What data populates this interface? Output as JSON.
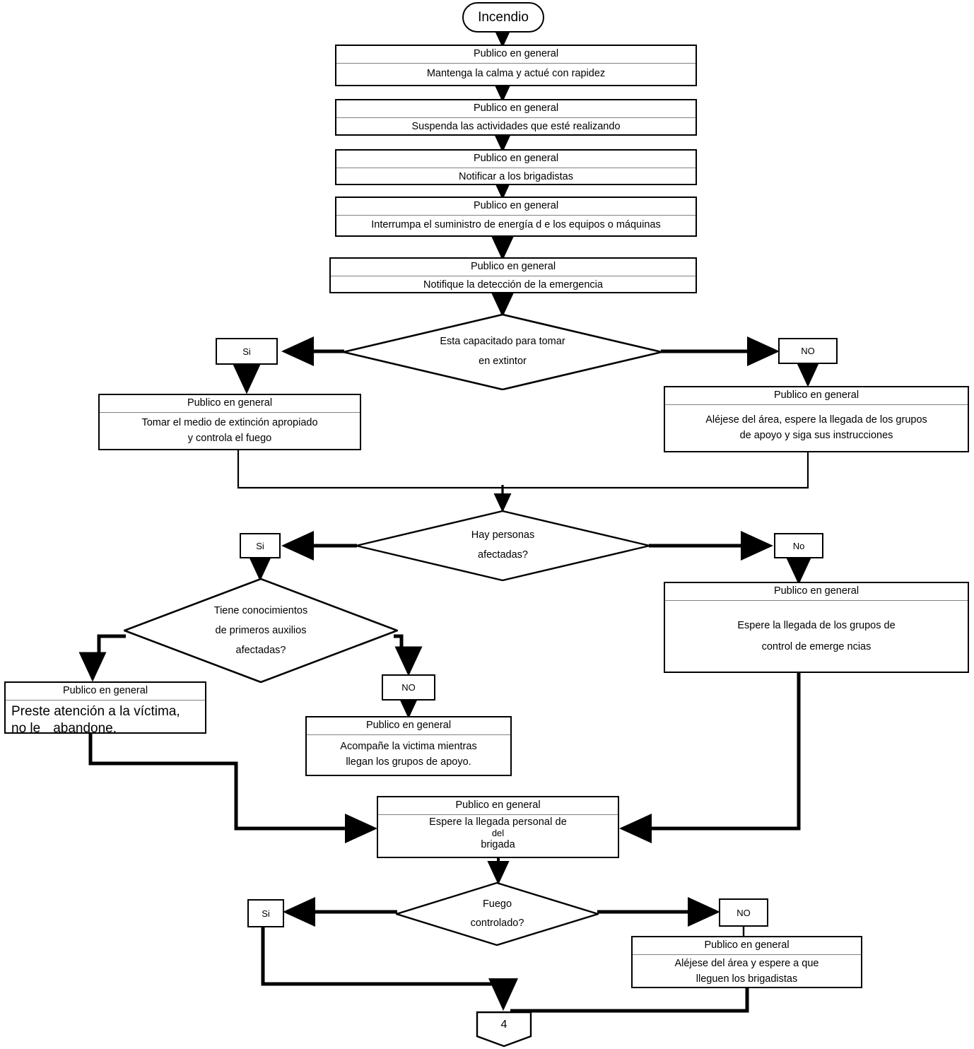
{
  "diagram": {
    "title": "Incendio",
    "role_header": "Publico en general",
    "start": {
      "label": "Incendio"
    },
    "steps": [
      {
        "header": "Publico en general",
        "text": "Mantenga la calma y actué con rapidez"
      },
      {
        "header": "Publico en general",
        "text": "Suspenda las actividades que esté realizando"
      },
      {
        "header": "Publico en general",
        "text": "Notificar a los brigadistas"
      },
      {
        "header": "Publico en general",
        "text": "Interrumpa el suministro de energía d e los equipos o  máquinas"
      },
      {
        "header": "Publico en general",
        "text": "Notifique la detección de la emergencia"
      }
    ],
    "decision_1": {
      "line1": "Esta capacitado para tomar",
      "line2": "en extintor",
      "yes_label": "Si",
      "no_label": "NO",
      "yes_box": {
        "header": "Publico en general",
        "line1": "Tomar el medio de extinción apropiado",
        "line2": "y controla el fuego"
      },
      "no_box": {
        "header": "Publico en general",
        "line1": "Aléjese del  área, espere la llegada de los grupos",
        "line2": "de apoyo y siga sus instrucciones"
      }
    },
    "decision_2": {
      "line1": "Hay personas",
      "line2": "afectadas?",
      "yes_label": "Si",
      "no_label": "No",
      "no_box": {
        "header": "Publico en general",
        "line1": "Espere la llegada de los grupos de",
        "line2": "control de emerge ncias"
      }
    },
    "decision_3": {
      "line1": "Tiene conocimientos",
      "line2": "de primeros auxilios",
      "line3": "afectadas?",
      "no_label": "NO",
      "yes_box": {
        "header": "Publico en general",
        "line1": "Preste atención a la víctima,",
        "line2_a": "no le",
        "line2_b": "abandone."
      },
      "no_box": {
        "header": "Publico en general",
        "line1": "Acompañe la victima mientras",
        "line2": "llegan los grupos de apoyo."
      }
    },
    "merge_box": {
      "header": "Publico en general",
      "line1": "Espere la llegada   personal de",
      "line2": "del",
      "line3": "brigada"
    },
    "decision_4": {
      "line1": "Fuego",
      "line2": "controlado?",
      "yes_label": "Si",
      "no_label": "NO",
      "no_box": {
        "header": "Publico en general",
        "line1": "Aléjese del área  y espere a que",
        "line2": "lleguen los brigadistas"
      }
    },
    "end_connector": {
      "label": "4"
    },
    "colors": {
      "stroke": "#000000",
      "header_rule": "#808080",
      "background": "#ffffff"
    }
  }
}
